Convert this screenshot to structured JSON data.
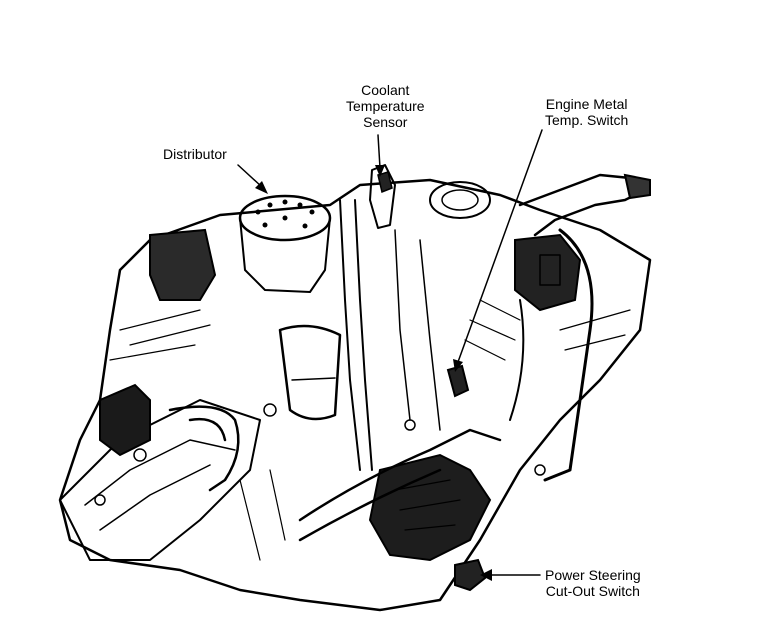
{
  "labels": {
    "coolant_sensor": {
      "lines": [
        "Coolant",
        "Temperature",
        "Sensor"
      ]
    },
    "distributor": {
      "lines": [
        "Distributor"
      ]
    },
    "engine_metal_switch": {
      "lines": [
        "Engine Metal",
        "Temp. Switch"
      ]
    },
    "power_steering_switch": {
      "lines": [
        "Power Steering",
        "Cut-Out Switch"
      ]
    }
  }
}
